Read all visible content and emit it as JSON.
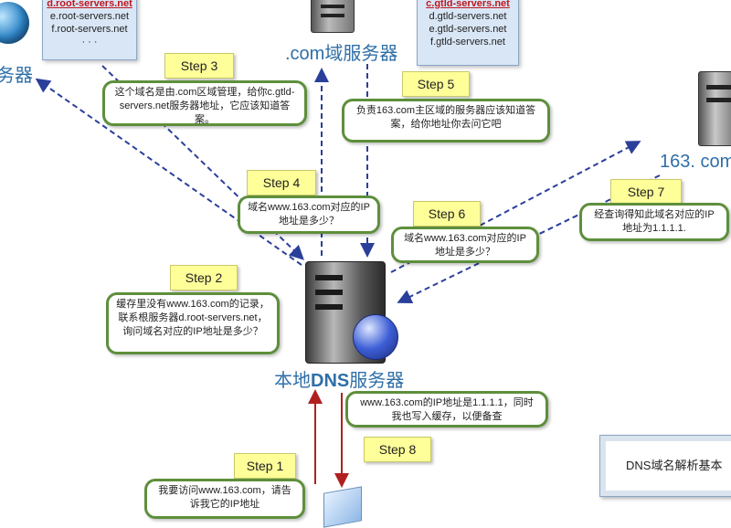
{
  "root_servers": {
    "highlight": "d.root-servers.net",
    "items": [
      "e.root-servers.net",
      "f.root-servers.net",
      "· · ·"
    ],
    "label": "务器"
  },
  "gtld_servers": {
    "highlight": "c.gtld-servers.net",
    "items": [
      "d.gtld-servers.net",
      "e.gtld-servers.net",
      "f.gtld-servers.net"
    ]
  },
  "com_server_label": ".com域服务器",
  "dns_163_label": "163. com",
  "local_dns_label": {
    "prefix": "本地",
    "bold": "DNS",
    "suffix": "服务器"
  },
  "steps": [
    "Step 1",
    "Step 2",
    "Step 3",
    "Step 4",
    "Step 5",
    "Step 6",
    "Step 7",
    "Step 8"
  ],
  "bubbles": {
    "step1": "我要访问www.163.com，请告诉我它的IP地址",
    "step2": "缓存里没有www.163.com的记录，联系根服务器d.root-servers.net，询问域名对应的IP地址是多少？",
    "step3": "这个域名是由.com区域管理，给你c.gtld-servers.net服务器地址，它应该知道答案。",
    "step4": "域名www.163.com对应的IP地址是多少？",
    "step5": "负责163.com主区域的服务器应该知道答案，给你地址你去问它吧",
    "step6": "域名www.163.com对应的IP地址是多少？",
    "step7": "经查询得知此域名对应的IP地址为1.1.1.1.",
    "step8": "www.163.com的IP地址是1.1.1.1，同时我也写入缓存，以便备查"
  },
  "title": "DNS域名解析基本"
}
